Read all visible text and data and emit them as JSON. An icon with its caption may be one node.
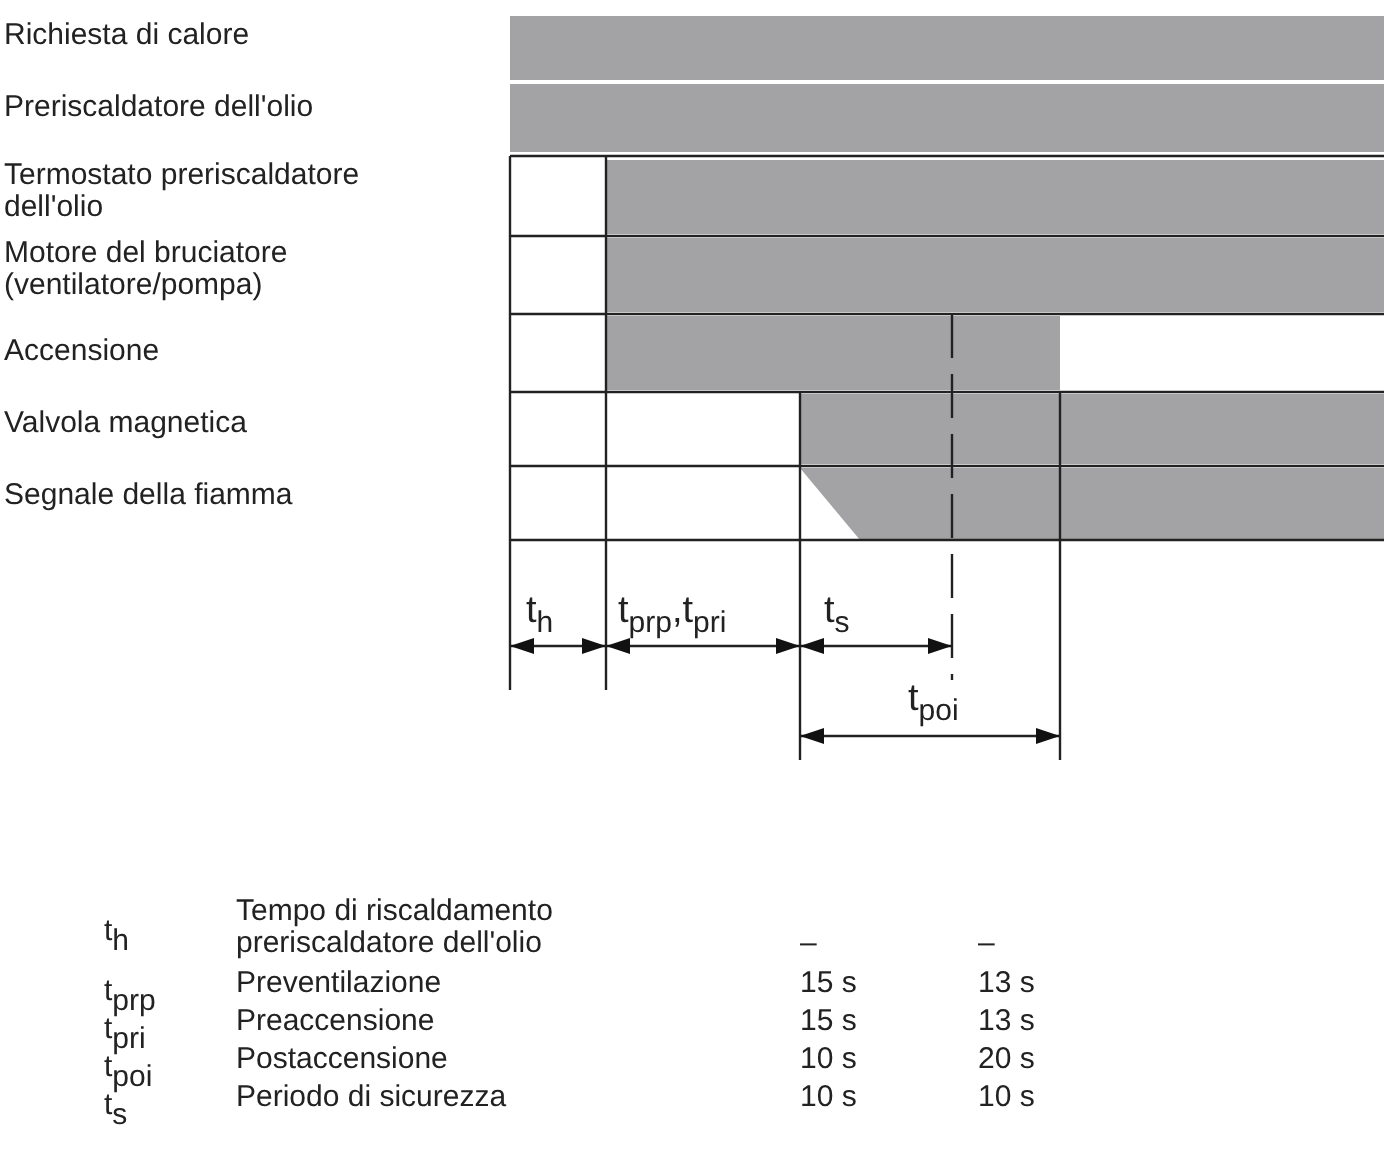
{
  "diagram": {
    "labels": [
      "Richiesta di calore",
      "Preriscaldatore dell'olio",
      "Termostato preriscaldatore dell'olio",
      "Motore del bruciatore (ventilatore/pompa)",
      "Accensione",
      "Valvola magnetica",
      "Segnale della fiamma",
      "t$_{h}$",
      "t$_{prp}$,t$_{pri}$",
      "t$_{s}$",
      "t$_{poi}$",
      "t$_{h}$",
      "Tempo di riscaldamento preriscaldatore dell'olio",
      "–",
      "–",
      "t$_{prp}$",
      "Preventilazione",
      "15 s",
      "13 s",
      "t$_{pri}$",
      "Preaccensione",
      "15 s",
      "13 s",
      "t$_{poi}$",
      "Postaccensione",
      "10 s",
      "20 s",
      "t$_{s}$",
      "Periodo di sicurezza",
      "10 s",
      "10 s"
    ]
  }
}
